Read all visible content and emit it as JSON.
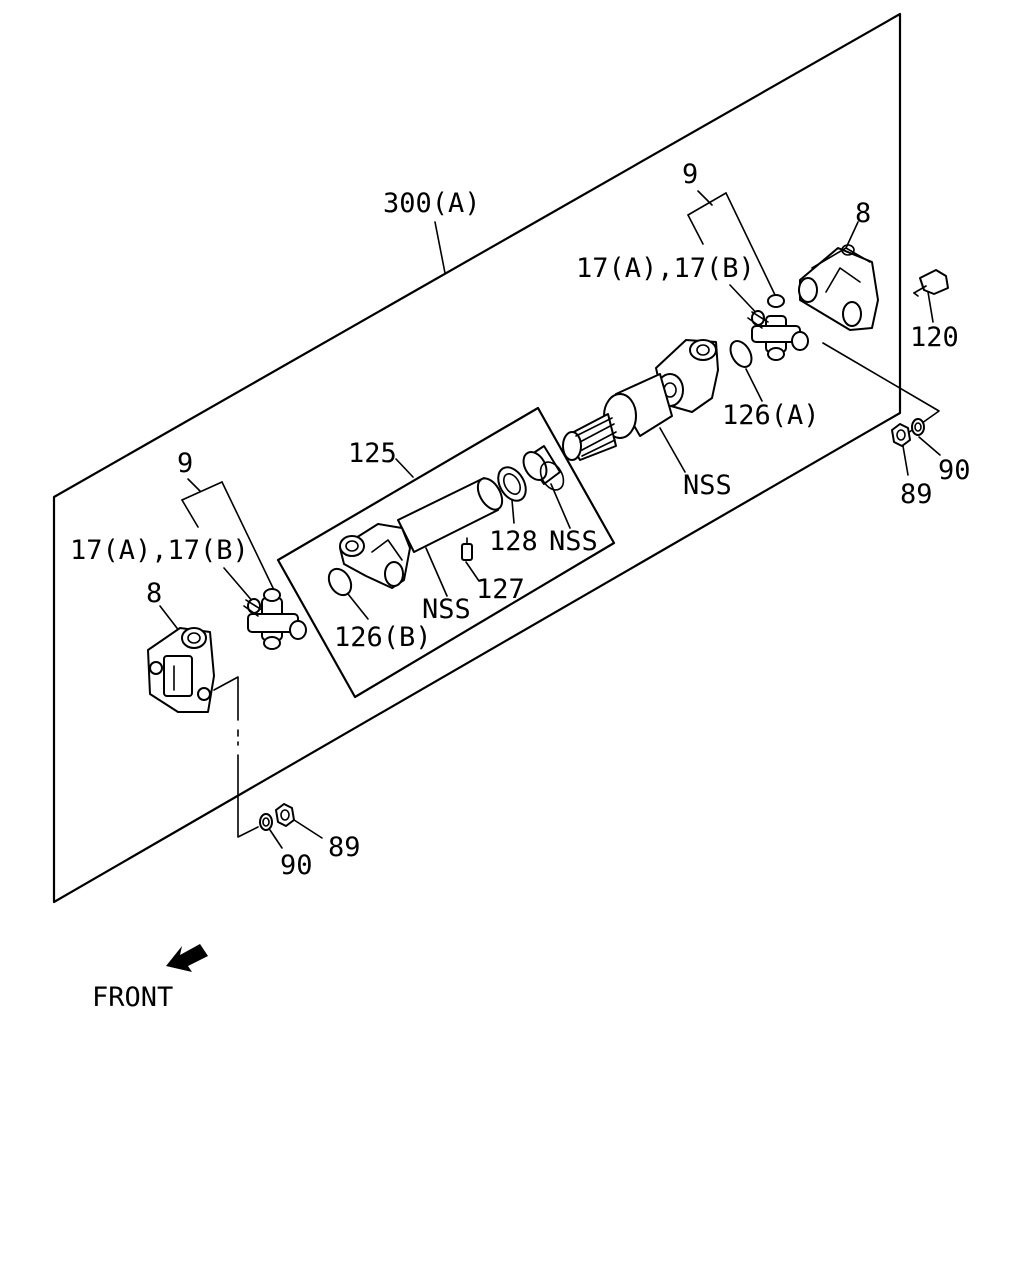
{
  "labels": {
    "assembly": "300(A)",
    "yoke_top": "9",
    "yoke_left": "9",
    "flange_top": "8",
    "flange_left": "8",
    "spider_top": "17(A),17(B)",
    "spider_left": "17(A),17(B)",
    "bolt": "120",
    "snap_a": "126(A)",
    "snap_b": "126(B)",
    "shaft": "125",
    "nss_tube": "NSS",
    "nss_sleeve": "NSS",
    "nss_yoke": "NSS",
    "seal": "128",
    "grease": "127",
    "nut_right": "89",
    "washer_right": "90",
    "nut_left": "89",
    "washer_left": "90",
    "front": "FRONT"
  },
  "colors": {
    "line": "#000000",
    "background": "#ffffff"
  }
}
